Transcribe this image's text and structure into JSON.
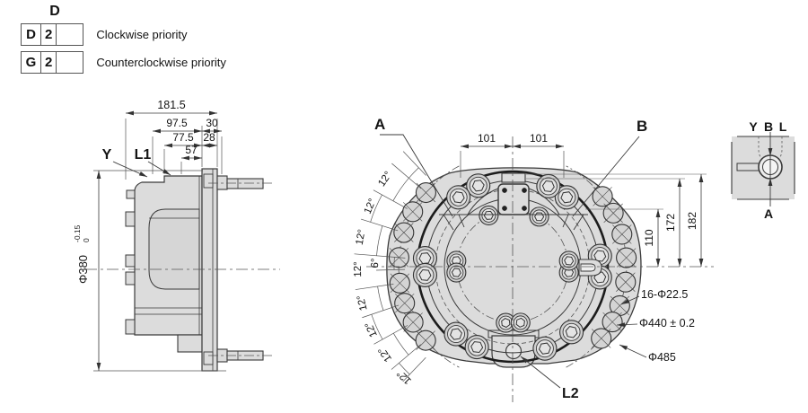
{
  "legend": {
    "heading": "D",
    "rows": [
      {
        "code": "D",
        "num": "2",
        "label": "Clockwise priority"
      },
      {
        "code": "G",
        "num": "2",
        "label": "Counterclockwise priority"
      }
    ]
  },
  "side_view": {
    "labels": {
      "y": "Y",
      "l1": "L1"
    },
    "dims": {
      "overall": "181.5",
      "a": "97.5",
      "b": "30",
      "c": "77.5",
      "d": "28",
      "e": "57",
      "dia": "Φ380",
      "tol_upper": "0",
      "tol_lower": "-0.15"
    }
  },
  "front_view": {
    "labels": {
      "a": "A",
      "b": "B",
      "l2": "L2"
    },
    "dims": {
      "left101": "101",
      "right101": "101",
      "v110": "110",
      "v172": "172",
      "v182": "182",
      "holes": "16-Φ22.5",
      "bolt_circle": "Φ440 ± 0.2",
      "outer_dia": "Φ485",
      "angle_12": "12°",
      "angle_6": "6°"
    }
  },
  "detail_view": {
    "labels": {
      "y": "Y",
      "b": "B",
      "l": "L",
      "a": "A"
    }
  },
  "colors": {
    "fill": "#dcdcdc",
    "line": "#3a3a3a",
    "bold": "#1c1c1c",
    "dim": "#555555",
    "text": "#141414"
  }
}
